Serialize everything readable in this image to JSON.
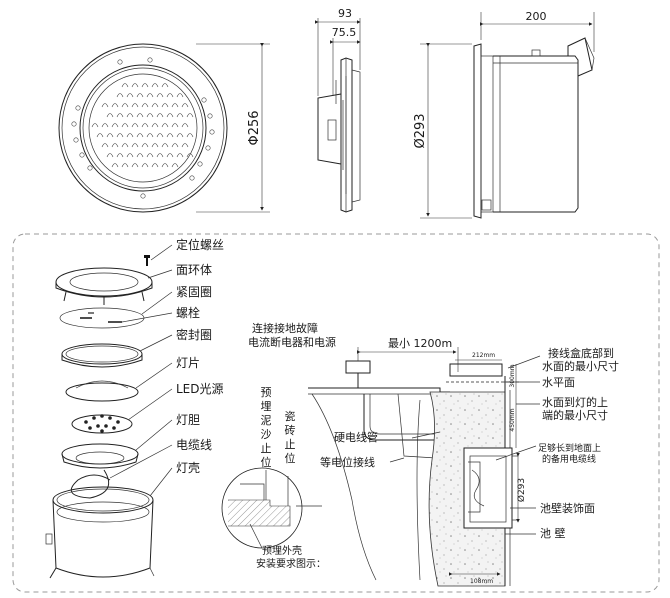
{
  "dimensions": {
    "front_diameter": "Φ256",
    "side_overall_width": "93",
    "side_inner_width": "75.5",
    "back_depth": "200",
    "back_diameter": "Ø293"
  },
  "exploded_parts": [
    "定位螺丝",
    "面环体",
    "紧固圈",
    "螺栓",
    "密封圈",
    "灯片",
    "LED光源",
    "灯胆",
    "电缆线",
    "灯壳"
  ],
  "installation": {
    "leakage_breaker_line1": "连接接地故障",
    "leakage_breaker_line2": "电流断电器和电源",
    "min_distance": "最小 1200m",
    "box_depth": "212mm",
    "junction_box_line1": "接线盒底部到",
    "junction_box_line2": "水面的最小尺寸",
    "water_level": "水平面",
    "water_to_light_line1": "水面到灯的上",
    "water_to_light_line2": "端的最小尺寸",
    "hard_conduit": "硬电线管",
    "equipotential_wire": "等电位接线",
    "spare_cable_line1": "足够长到地面上",
    "spare_cable_line2": "的备用电缆线",
    "niche_diameter": "Ø293",
    "pool_wall_trim": "池壁装饰面",
    "pool_wall": "池  壁",
    "label_300": "300mm",
    "label_450": "450mm",
    "bottom_dim": "108mm",
    "embed_cement_chars": [
      "预",
      "埋",
      "泥",
      "沙",
      "止",
      "位"
    ],
    "tile_stop_chars": [
      "瓷",
      "砖",
      "止",
      "位"
    ],
    "embed_shell_line1": "预埋外壳",
    "embed_shell_line2": "安装要求图示："
  },
  "colors": {
    "line": "#222222",
    "dash_border": "#999999",
    "concrete": "#e9e9e9"
  }
}
